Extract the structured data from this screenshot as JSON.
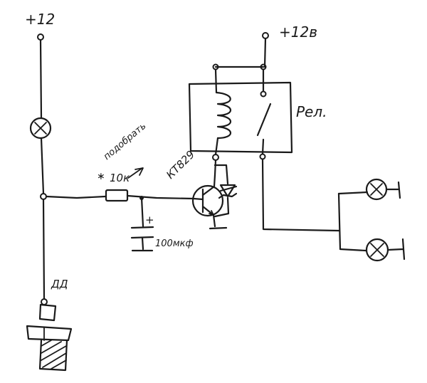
{
  "labels": {
    "supply_left": "+12",
    "supply_right": "+12в",
    "relay": "Рел.",
    "transistor": "КТ829",
    "resistor_note": "подобрать",
    "resistor_value": "10к",
    "capacitor_plus": "+",
    "capacitor_value": "100мкф",
    "sensor": "ДД"
  },
  "icons": {
    "lamp": "lamp-circle-x",
    "relay_coil": "coil-loops",
    "relay_contact": "switch-contact",
    "transistor": "npn-transistor",
    "diode": "zener-diode",
    "sensor": "pressure-sensor"
  }
}
